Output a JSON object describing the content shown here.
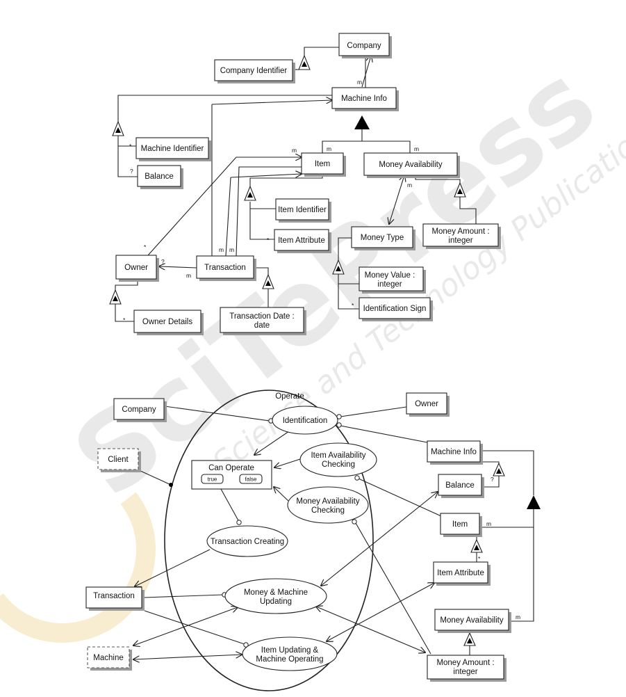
{
  "watermark": {
    "main": "SciTePress",
    "sub": "Science and Technology Publications"
  },
  "top": {
    "company": "Company",
    "company_identifier": "Company Identifier",
    "machine_info": "Machine Info",
    "machine_identifier": "Machine Identifier",
    "balance": "Balance",
    "item": "Item",
    "money_availability": "Money Availability",
    "item_identifier": "Item Identifier",
    "item_attribute": "Item Attribute",
    "money_type": "Money Type",
    "money_amount_l1": "Money Amount :",
    "money_amount_l2": "integer",
    "owner": "Owner",
    "transaction": "Transaction",
    "money_value_l1": "Money Value :",
    "money_value_l2": "integer",
    "identification_sign": "Identification Sign",
    "owner_details": "Owner Details",
    "transaction_date_l1": "Transaction Date :",
    "transaction_date_l2": "date"
  },
  "mult": {
    "m": "m",
    "star": "*",
    "q": "?"
  },
  "bottom": {
    "operate": "Operate",
    "company": "Company",
    "owner": "Owner",
    "identification": "Identification",
    "client": "Client",
    "machine_info": "Machine Info",
    "item_avail_l1": "Item Availability",
    "item_avail_l2": "Checking",
    "can_operate": "Can Operate",
    "true_label": "true",
    "false_label": "false",
    "balance": "Balance",
    "money_avail_l1": "Money Availability",
    "money_avail_l2": "Checking",
    "item": "Item",
    "transaction_creating": "Transaction Creating",
    "item_attribute": "Item Attribute",
    "transaction": "Transaction",
    "money_machine_l1": "Money & Machine",
    "money_machine_l2": "Updating",
    "money_availability": "Money Availability",
    "machine": "Machine",
    "item_updating_l1": "Item Updating &",
    "item_updating_l2": "Machine Operating",
    "money_amount_l1": "Money Amount :",
    "money_amount_l2": "integer"
  }
}
